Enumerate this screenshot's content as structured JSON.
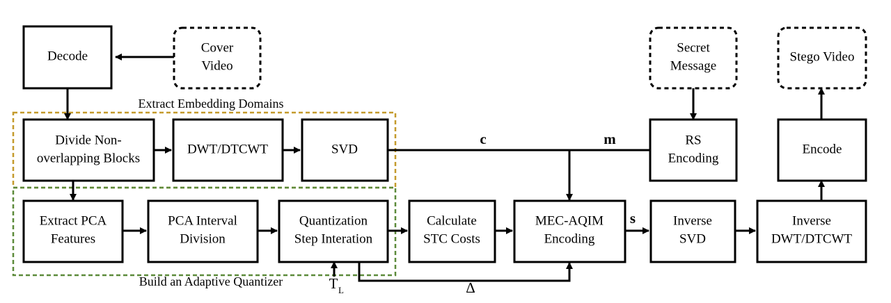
{
  "nodes": {
    "decode": [
      "Decode"
    ],
    "cover_video": [
      "Cover",
      "Video"
    ],
    "divide_blocks": [
      "Divide Non-",
      "overlapping Blocks"
    ],
    "dwt": [
      "DWT/DTCWT"
    ],
    "svd": [
      "SVD"
    ],
    "secret_message": [
      "Secret",
      "Message"
    ],
    "rs_encoding": [
      "RS",
      "Encoding"
    ],
    "stego_video": [
      "Stego Video"
    ],
    "encode": [
      "Encode"
    ],
    "extract_pca": [
      "Extract PCA",
      "Features"
    ],
    "pca_interval": [
      "PCA Interval",
      "Division"
    ],
    "quant_step": [
      "Quantization",
      "Step Interation"
    ],
    "stc_costs": [
      "Calculate",
      "STC Costs"
    ],
    "mec_aqim": [
      "MEC-AQIM",
      "Encoding"
    ],
    "inverse_svd": [
      "Inverse",
      "SVD"
    ],
    "inverse_dwt": [
      "Inverse",
      "DWT/DTCWT"
    ]
  },
  "groups": {
    "embedding": {
      "label": "Extract Embedding Domains",
      "color": "#c49a2c"
    },
    "quantizer": {
      "label": "Build an Adaptive Quantizer",
      "color": "#5c8a3a"
    }
  },
  "symbols": {
    "c": "c",
    "m": "m",
    "s": "s",
    "delta": "Δ",
    "tl_main": "T",
    "tl_sub": "L"
  }
}
